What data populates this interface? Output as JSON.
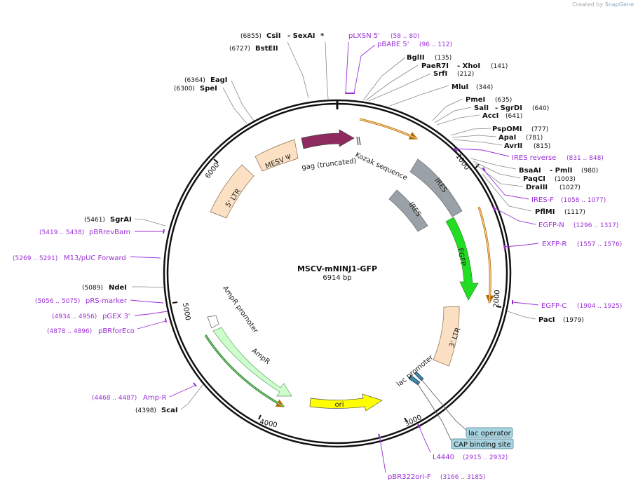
{
  "credit": {
    "prefix": "Created by",
    "brand": "SnapGene"
  },
  "plasmid": {
    "name": "MSCV-mNINJ1-GFP",
    "length": "6914 bp"
  },
  "ticks": [
    "1000",
    "2000",
    "3000",
    "4000",
    "5000",
    "6000"
  ],
  "sites": {
    "csi": {
      "name": "CsiI",
      "pos": "(6855)"
    },
    "sexai": {
      "name": "- SexAI",
      "mark": "*"
    },
    "bsteii": {
      "name": "BstEII",
      "pos": "(6727)"
    },
    "eagi": {
      "name": "EagI",
      "pos": "(6364)"
    },
    "spei": {
      "name": "SpeI",
      "pos": "(6300)"
    },
    "bglii": {
      "name": "BglII",
      "pos": "(135)"
    },
    "paer7i": {
      "name": "PaeR7I",
      "extra": "- XhoI",
      "pos": "(141)"
    },
    "srfi": {
      "name": "SrfI",
      "pos": "(212)"
    },
    "mlui": {
      "name": "MluI",
      "pos": "(344)"
    },
    "pmei": {
      "name": "PmeI",
      "pos": "(635)"
    },
    "sali": {
      "name": "SalI",
      "extra": "- SgrDI",
      "pos": "(640)"
    },
    "acci": {
      "name": "AccI",
      "pos": "(641)"
    },
    "pspomi": {
      "name": "PspOMI",
      "pos": "(777)"
    },
    "apai": {
      "name": "ApaI",
      "pos": "(781)"
    },
    "avrii": {
      "name": "AvrII",
      "pos": "(815)"
    },
    "bsaai": {
      "name": "BsaAI",
      "extra": "- PmlI",
      "pos": "(980)"
    },
    "paqci": {
      "name": "PaqCI",
      "pos": "(1003)"
    },
    "draiii": {
      "name": "DraIII",
      "pos": "(1027)"
    },
    "pflmi": {
      "name": "PflMI",
      "pos": "(1117)"
    },
    "paci": {
      "name": "PacI",
      "pos": "(1979)"
    },
    "sgrai": {
      "name": "SgrAI",
      "pos": "(5461)"
    },
    "ndei": {
      "name": "NdeI",
      "pos": "(5089)"
    },
    "scai": {
      "name": "ScaI",
      "pos": "(4398)"
    }
  },
  "primers": {
    "plxsn": {
      "name": "pLXSN 5'",
      "pos": "(58 .. 80)"
    },
    "pbabe": {
      "name": "pBABE 5'",
      "pos": "(96 .. 112)"
    },
    "iresrev": {
      "name": "IRES reverse",
      "pos": "(831 .. 848)"
    },
    "iresf": {
      "name": "IRES-F",
      "pos": "(1058 .. 1077)"
    },
    "egfpn": {
      "name": "EGFP-N",
      "pos": "(1296 .. 1317)"
    },
    "exfpr": {
      "name": "EXFP-R",
      "pos": "(1557 .. 1576)"
    },
    "egfpc": {
      "name": "EGFP-C",
      "pos": "(1904 .. 1925)"
    },
    "pbrrevbam": {
      "name": "pBRrevBam",
      "pos": "(5419 .. 5438)"
    },
    "m13puc": {
      "name": "M13/pUC Forward",
      "pos": "(5269 .. 5291)"
    },
    "prsmarker": {
      "name": "pRS-marker",
      "pos": "(5056 .. 5075)"
    },
    "pgex3": {
      "name": "pGEX 3'",
      "pos": "(4934 .. 4956)"
    },
    "pbrforeco": {
      "name": "pBRforEco",
      "pos": "(4878 .. 4896)"
    },
    "ampr": {
      "name": "Amp-R",
      "pos": "(4468 .. 4487)"
    },
    "l4440": {
      "name": "L4440",
      "pos": "(2915 .. 2932)"
    },
    "pbr322": {
      "name": "pBR322ori-F",
      "pos": "(3166 .. 3185)"
    }
  },
  "features": {
    "mesv": "MESV Ψ",
    "ltr5": "5' LTR",
    "gag": "gag (truncated)",
    "kozak": "Kozak sequence",
    "ires_out": "IRES",
    "ires_in": "IRES",
    "egfp": "EGFP",
    "ltr3": "3' LTR",
    "lacprom": "lac promoter",
    "ori": "ori",
    "amppromoter": "AmpR promoter",
    "ampr": "AmpR"
  },
  "boxes": {
    "lacop": "lac operator",
    "cap": "CAP binding site"
  },
  "colors": {
    "primer": "#9b2fd6",
    "gag": "#8e2a5e",
    "ires": "#9aa1a8",
    "egfp": "#22dd22",
    "ltr": "#fbe0c4",
    "ori": "#ffff00",
    "ampr": "#ccffcc",
    "box": "#a7d4e0"
  }
}
